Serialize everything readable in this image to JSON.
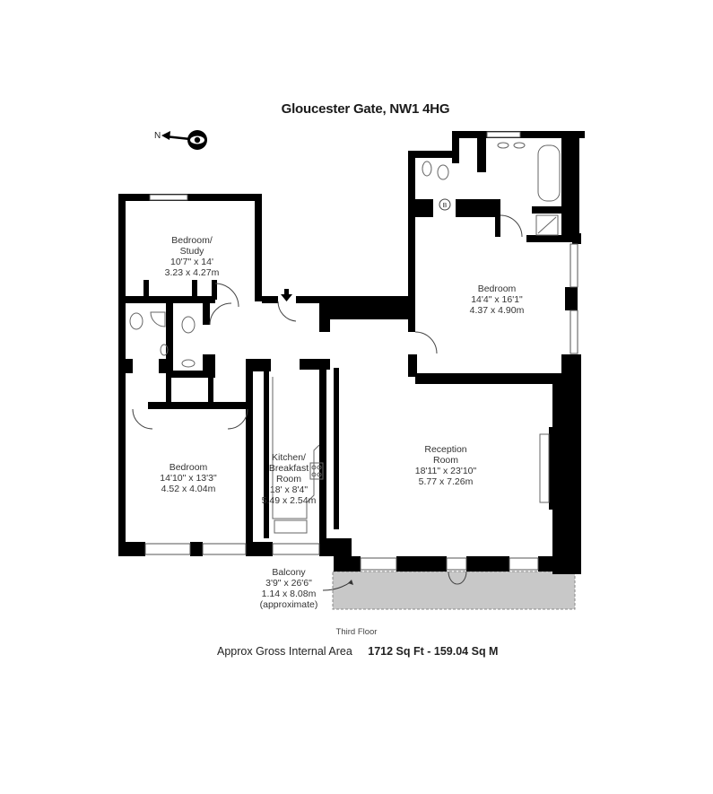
{
  "header": {
    "title": "Gloucester Gate, NW1 4HG"
  },
  "compass": {
    "label": "N",
    "icon": "eye-viewpoint-icon",
    "direction": "left"
  },
  "rooms": [
    {
      "id": "bedroom-study",
      "name_line1": "Bedroom/",
      "name_line2": "Study",
      "imperial": "10'7\" x 14'",
      "metric": "3.23 x 4.27m"
    },
    {
      "id": "bedroom-master",
      "name_line1": "Bedroom",
      "name_line2": "",
      "imperial": "14'4\" x 16'1\"",
      "metric": "4.37 x 4.90m"
    },
    {
      "id": "bedroom-two",
      "name_line1": "Bedroom",
      "name_line2": "",
      "imperial": "14'10\" x 13'3\"",
      "metric": "4.52 x 4.04m"
    },
    {
      "id": "kitchen",
      "name_line1": "Kitchen/",
      "name_line2": "Breakfast",
      "name_line3": "Room",
      "imperial": "18' x 8'4\"",
      "metric": "5.49 x 2.54m"
    },
    {
      "id": "reception",
      "name_line1": "Reception",
      "name_line2": "Room",
      "imperial": "18'11\" x 23'10\"",
      "metric": "5.77 x 7.26m"
    },
    {
      "id": "balcony",
      "name_line1": "Balcony",
      "imperial": "3'9\" x 26'6\"",
      "metric": "1.14 x 8.08m",
      "note": "(approximate)"
    }
  ],
  "fixtures": {
    "boiler_label": "B"
  },
  "footer": {
    "floor": "Third Floor",
    "area_label": "Approx Gross Internal Area",
    "area_value": "1712 Sq Ft  -  159.04 Sq M"
  },
  "colors": {
    "wall": "#000000",
    "balcony_fill": "#c8c8c8",
    "background": "#ffffff"
  }
}
